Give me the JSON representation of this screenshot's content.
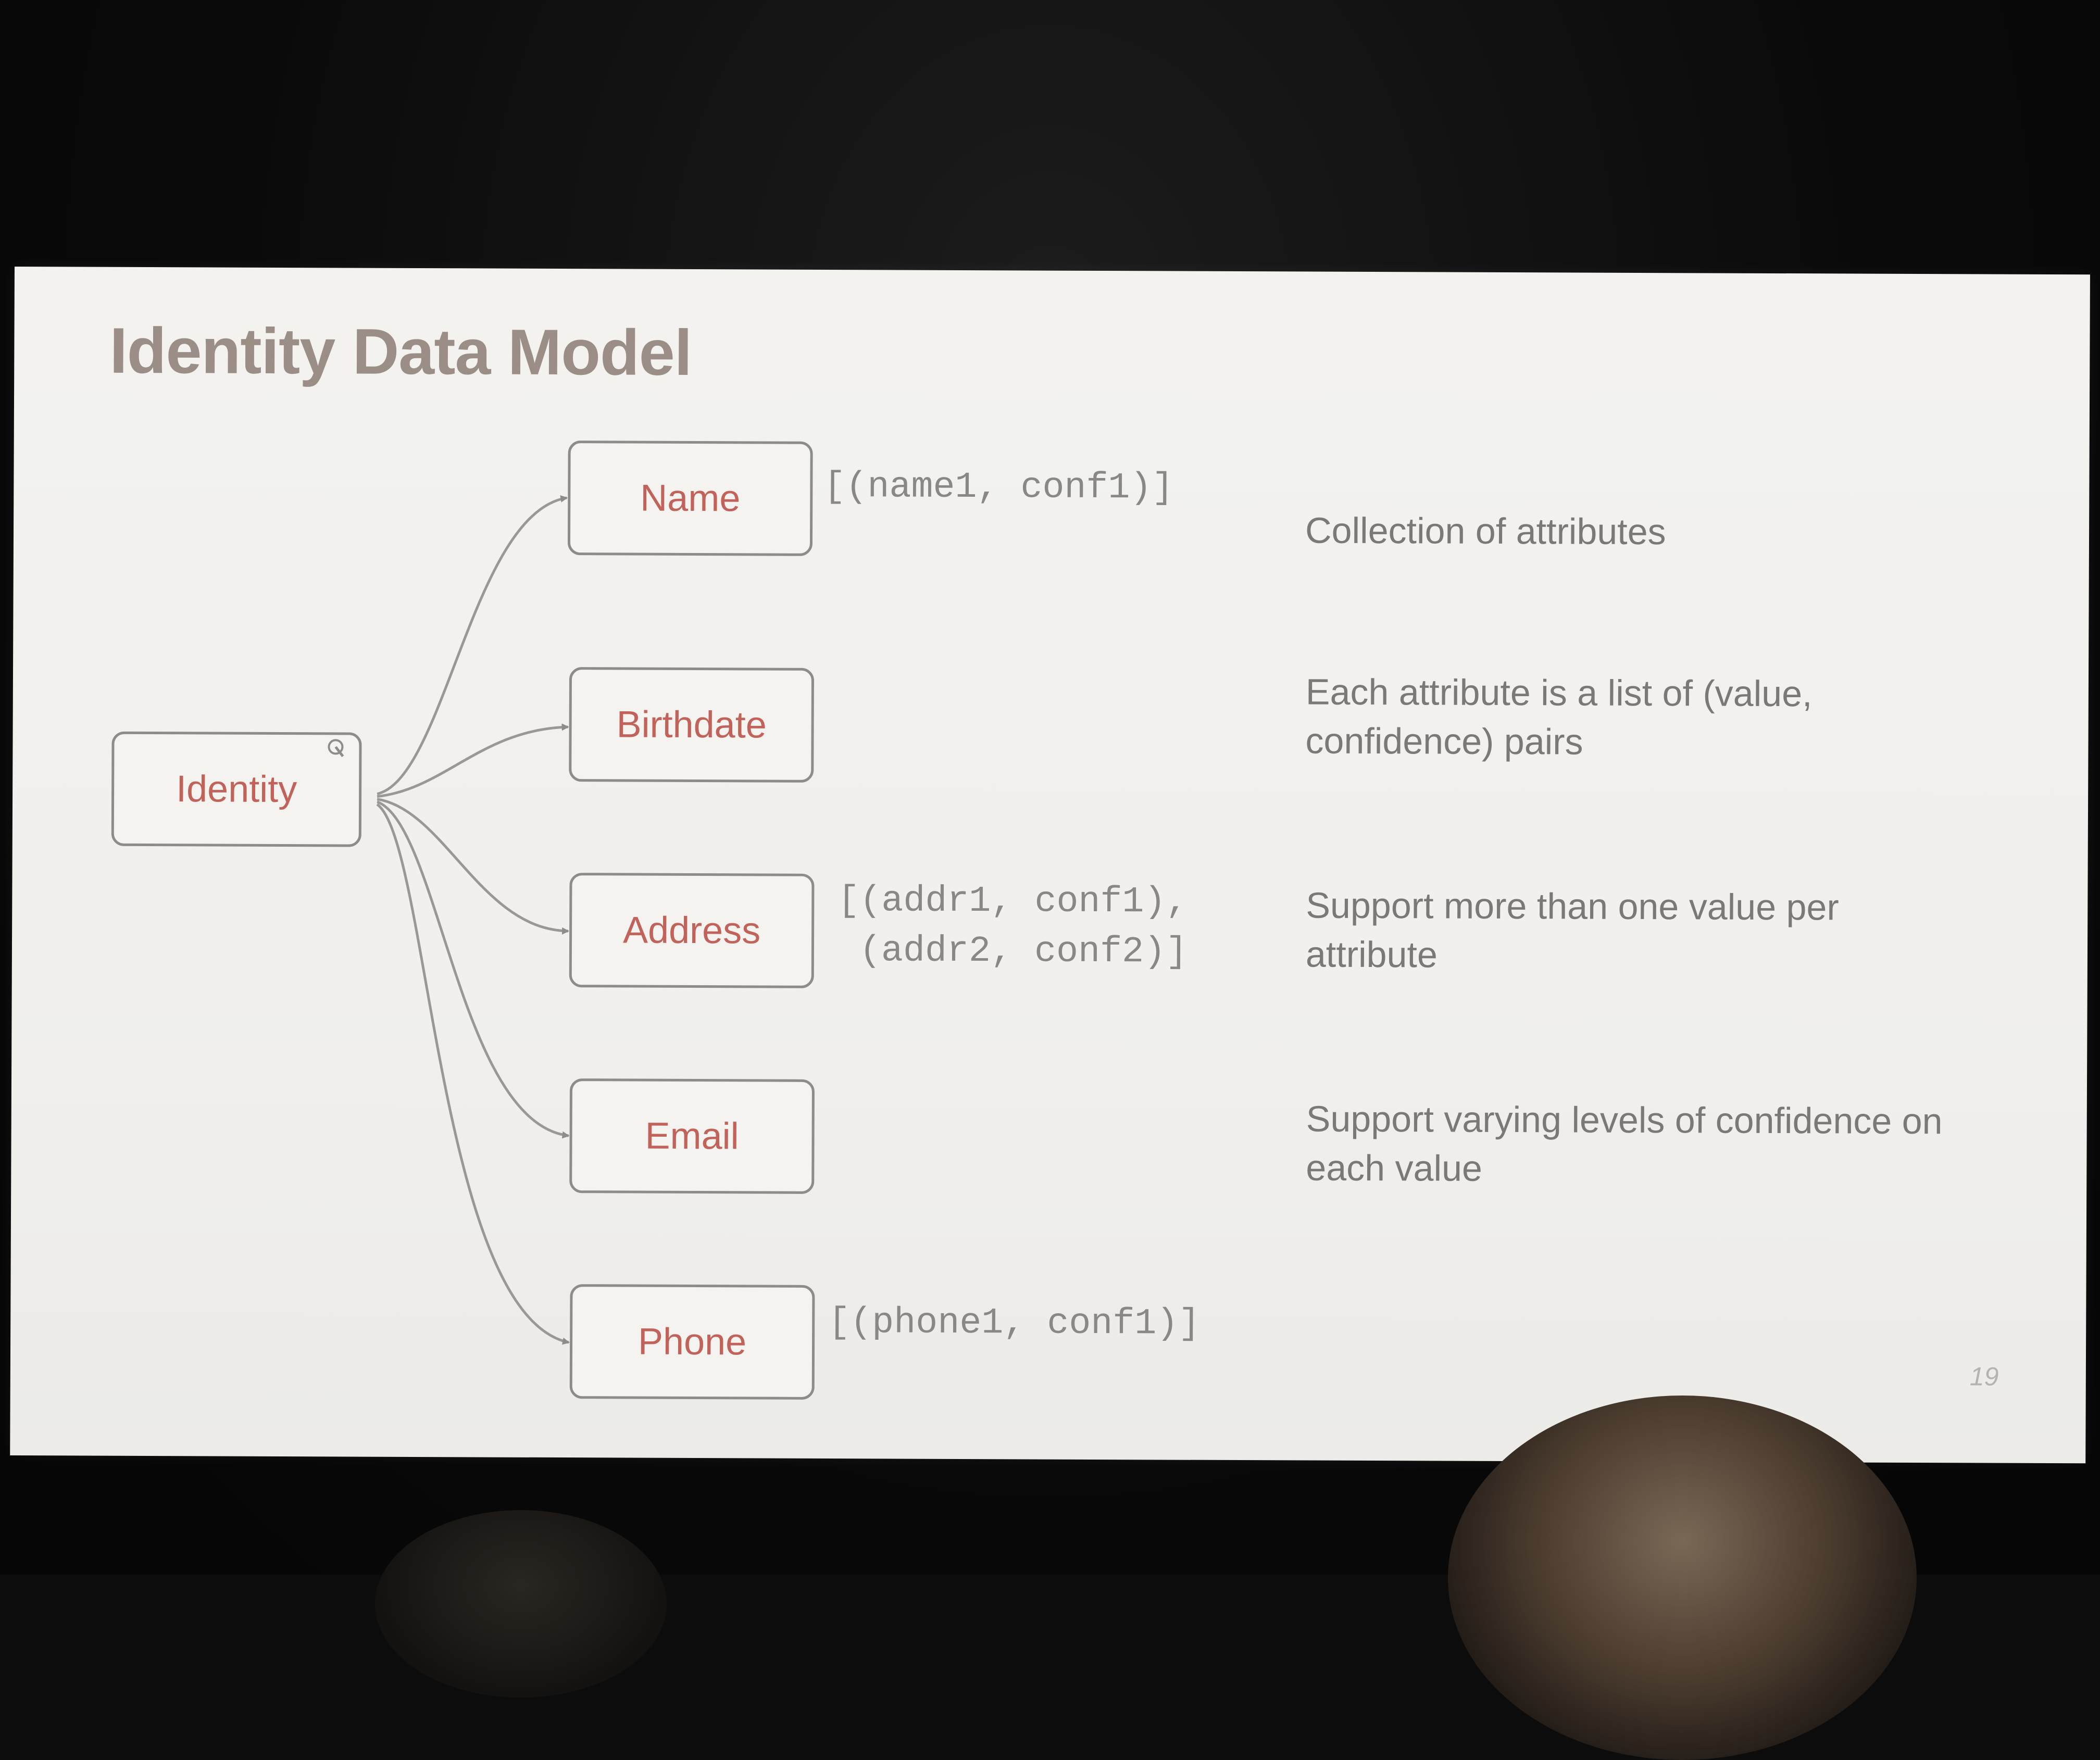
{
  "slide": {
    "title": "Identity Data Model",
    "page_number": "19"
  },
  "diagram": {
    "root": {
      "label": "Identity"
    },
    "attributes": [
      {
        "label": "Name",
        "value": "[(name1, conf1)]"
      },
      {
        "label": "Birthdate",
        "value": ""
      },
      {
        "label": "Address",
        "value": "[(addr1, conf1),\n (addr2, conf2)]"
      },
      {
        "label": "Email",
        "value": ""
      },
      {
        "label": "Phone",
        "value": "[(phone1, conf1)]"
      }
    ]
  },
  "notes": [
    "Collection of attributes",
    "Each attribute is a list of (value, confidence) pairs",
    "Support more than one value per attribute",
    "Support varying levels of confidence on each value"
  ],
  "colors": {
    "node_text": "#c2635b",
    "title": "#9b8e87",
    "slide_background": "#f2f1ee",
    "room_background": "#0c0c0c"
  },
  "icons": [
    "cursor-icon"
  ]
}
